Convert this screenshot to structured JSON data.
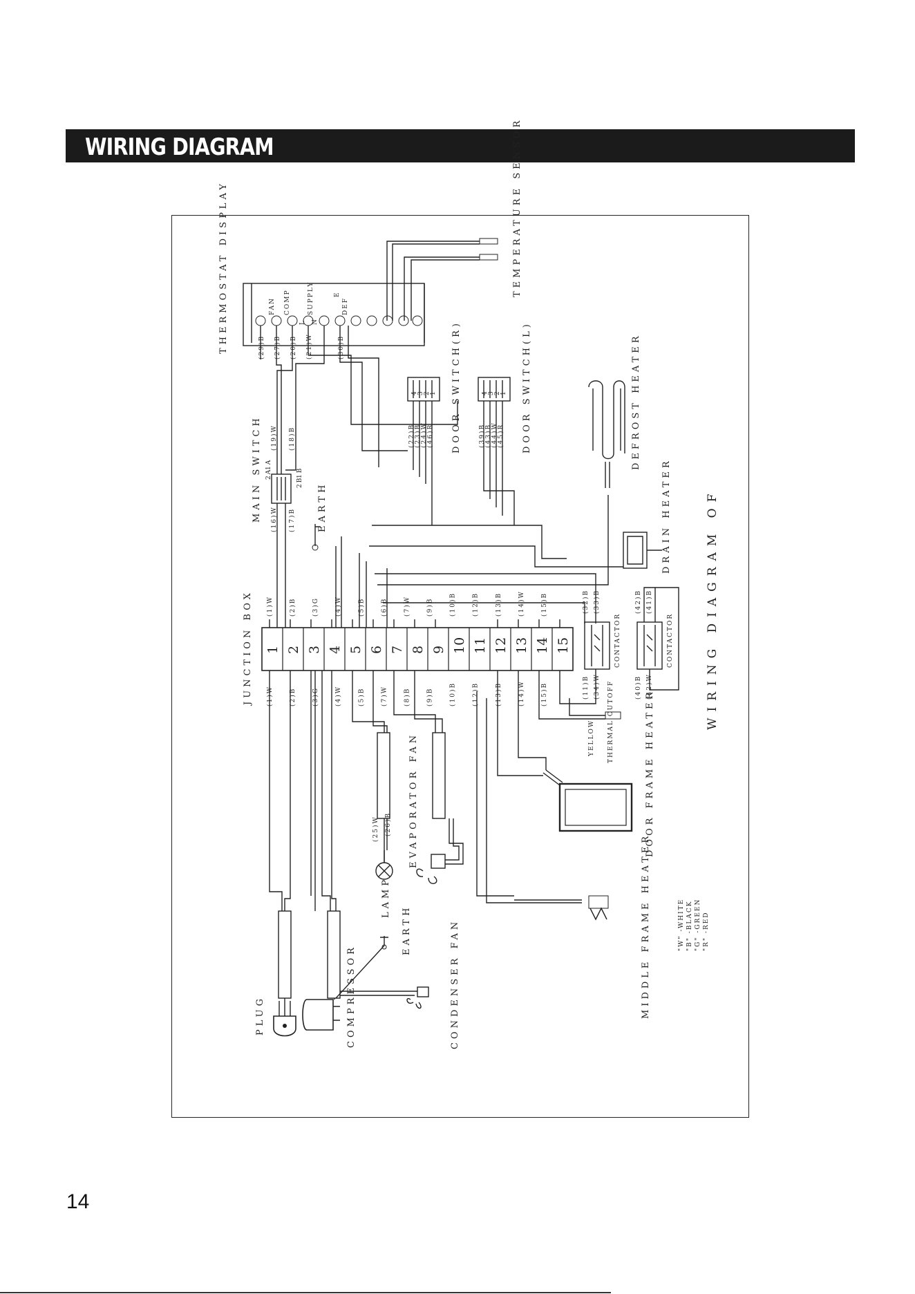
{
  "header": {
    "title": "WIRING DIAGRAM"
  },
  "page_number": "14",
  "diagram": {
    "title": "WIRING DIAGRAM OF",
    "junction_box": {
      "label": "JUNCTION BOX",
      "terminals": [
        "1",
        "2",
        "3",
        "4",
        "5",
        "6",
        "7",
        "8",
        "9",
        "10",
        "11",
        "12",
        "13",
        "14",
        "15"
      ],
      "left_wires": [
        "(1)W",
        "(2)B",
        "(3)G",
        "(4)W",
        "(5)B",
        "(7)W",
        "(8)B",
        "(9)B",
        "(10)B",
        "(12)B",
        "(13)B",
        "(14)W",
        "(15)B"
      ],
      "right_wires": [
        "(1)W",
        "(2)B",
        "(3)G",
        "(4)W",
        "(5)B",
        "(6)B",
        "(7)W",
        "(9)B",
        "(10)B",
        "(12)B",
        "(13)B",
        "(14)W",
        "(15)B"
      ]
    },
    "thermostat": {
      "label": "THERMOSTAT DISPLAY",
      "pins": [
        "FAN",
        "COMP",
        "L",
        "SUPPLY",
        "N",
        "E",
        "DEF"
      ],
      "wires": [
        "(29)B",
        "(27)B",
        "(20)B",
        "(21)W",
        "(30)B"
      ]
    },
    "temperature_sensor": "TEMPERATURE SENSOR",
    "main_switch": {
      "label": "MAIN SWITCH",
      "pins": [
        "2A",
        "1A",
        "2B",
        "1B"
      ],
      "wires": [
        "(19)W",
        "(18)B",
        "(16)W",
        "(17)B"
      ]
    },
    "earth_labels": [
      "EARTH",
      "EARTH"
    ],
    "door_switch_r": {
      "label": "DOOR SWITCH(R)",
      "pins": [
        "4",
        "3",
        "2",
        "1"
      ],
      "wires": [
        "(22)B",
        "(23)B",
        "(24)W",
        "(46)R"
      ]
    },
    "door_switch_l": {
      "label": "DOOR SWITCH(L)",
      "pins": [
        "4",
        "3",
        "2",
        "1"
      ],
      "wires": [
        "(39)B",
        "(43)B",
        "(44)W",
        "(45)R"
      ]
    },
    "defrost_heater": "DEFROST HEATER",
    "drain_heater": "DRAIN HEATER",
    "contactor_1": {
      "label": "CONTACTOR",
      "wires": [
        "(32)B",
        "(33)B",
        "(34)W",
        "(11)B"
      ]
    },
    "contactor_2": {
      "label": "CONTACTOR",
      "wires": [
        "(42)B",
        "(41)B",
        "(40)B",
        "(42)W"
      ]
    },
    "thermal_cutoff": "THERMAL CUTOFF",
    "yellow_label": "YELLOW",
    "door_frame_heater": "DOOR FRAME HEATER",
    "middle_frame_heater": "MIDDLE FRAME HEATER",
    "evaporator_fan": "EVAPORATOR FAN",
    "lamp": {
      "label": "LAMP",
      "wires": [
        "(25)W",
        "(26)B"
      ]
    },
    "condenser_fan": "CONDENSER FAN",
    "compressor": "COMPRESSOR",
    "plug": "PLUG",
    "color_legend": [
      "\"W\" -WHITE",
      "\"B\" -BLACK",
      "\"G\" -GREEN",
      "\"R\" -RED"
    ]
  }
}
